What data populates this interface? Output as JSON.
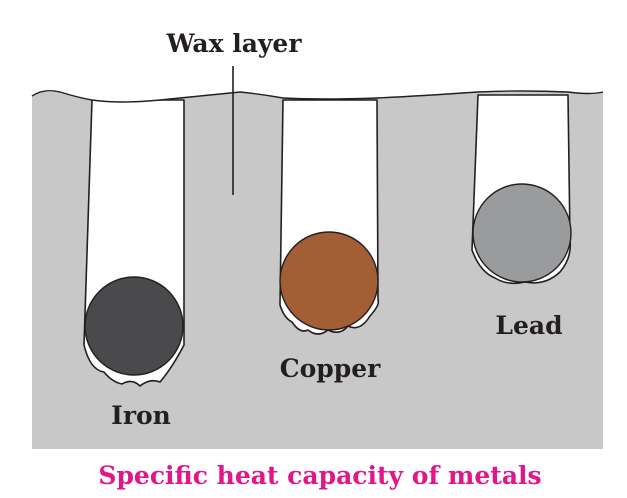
{
  "labels": {
    "wax_layer": "Wax layer",
    "iron": "Iron",
    "copper": "Copper",
    "lead": "Lead"
  },
  "caption": "Specific heat capacity of metals",
  "colors": {
    "wax_block": "#c8c8c8",
    "wax_layer": "#ffffff",
    "outline": "#231f20",
    "iron_ball": "#4a4a4c",
    "copper_ball": "#a35e35",
    "lead_ball": "#9a9b9d",
    "caption": "#e0168a"
  },
  "icons": {
    "iron": "dark-sphere-icon",
    "copper": "copper-sphere-icon",
    "lead": "grey-sphere-icon"
  }
}
